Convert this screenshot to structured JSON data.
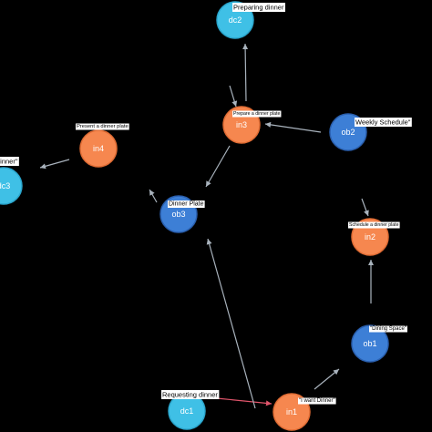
{
  "diagram": {
    "colors": {
      "background": "#000000",
      "ordinary_node": "#3d7fd6",
      "ordinary_node_stroke": "#2a5fae",
      "in_node": "#f6874f",
      "in_node_stroke": "#e06c34",
      "dc_node": "#3fc0e6",
      "dc_node_stroke": "#2aa5cc",
      "edge": "#a9b3bd",
      "red_edge": "#e0556b"
    },
    "nodes": [
      {
        "id": "dc2",
        "label": "Preparing dinner",
        "kind": "dc"
      },
      {
        "id": "in3",
        "label": "Prepare a dinner plate",
        "kind": "in"
      },
      {
        "id": "ob2",
        "label": "Weekly Schedule\"",
        "kind": "ob"
      },
      {
        "id": "in4",
        "label": "Present a dinner plate",
        "kind": "in"
      },
      {
        "id": "dc3",
        "label": "dinner\"",
        "kind": "dc"
      },
      {
        "id": "ob3",
        "label": "Dinner Plate",
        "kind": "ob"
      },
      {
        "id": "in2",
        "label": "Schedule a dinner plate",
        "kind": "in"
      },
      {
        "id": "ob1",
        "label": "\"Dining Space\"",
        "kind": "ob"
      },
      {
        "id": "dc1",
        "label": "Requesting dinner",
        "kind": "dc"
      },
      {
        "id": "in1",
        "label": "\"I want Dinner\"",
        "kind": "in"
      }
    ],
    "edges": [
      {
        "from": "dc1",
        "to": "in1",
        "color": "red"
      },
      {
        "from": "in1",
        "to": "ob1",
        "color": "gray"
      },
      {
        "from": "ob1",
        "to": "in2",
        "color": "gray"
      },
      {
        "from": "ob2",
        "to": "in2",
        "color": "gray"
      },
      {
        "from": "ob2",
        "to": "in3",
        "color": "gray"
      },
      {
        "from": "dc2",
        "to": "in3",
        "color": "gray"
      },
      {
        "from": "in3",
        "to": "dc2",
        "color": "gray"
      },
      {
        "from": "in3",
        "to": "ob3",
        "color": "gray"
      },
      {
        "from": "ob3",
        "to": "in4",
        "color": "gray"
      },
      {
        "from": "in4",
        "to": "dc3",
        "color": "gray"
      },
      {
        "from": "in1",
        "to": "ob3",
        "color": "gray"
      }
    ]
  }
}
